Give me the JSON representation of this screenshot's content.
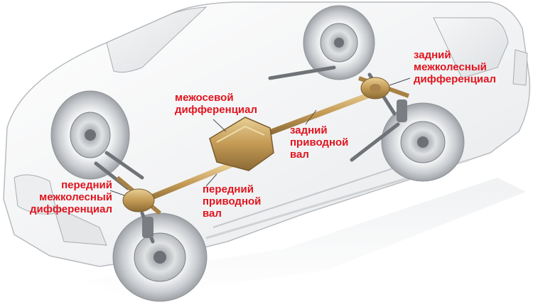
{
  "colors": {
    "label": "#e0141e",
    "body": "#f4f5f6",
    "outline": "#b9bcc0",
    "drivetrain": "#c9a25e"
  },
  "labels": {
    "center_diff": [
      "межосевой",
      "дифференциал"
    ],
    "rear_diff": [
      "задний",
      "межколесный",
      "дифференциал"
    ],
    "rear_shaft": [
      "задний",
      "приводной",
      "вал"
    ],
    "front_shaft": [
      "передний",
      "приводной",
      "вал"
    ],
    "front_diff": [
      "передний",
      "межколесный",
      "дифференциал"
    ]
  }
}
